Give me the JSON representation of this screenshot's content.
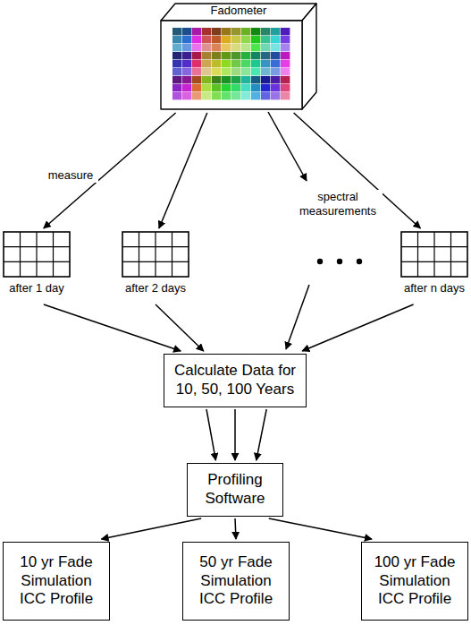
{
  "diagram": {
    "nodes": [
      {
        "text": [
          "Fadometer"
        ]
      },
      {
        "text": [
          "after 1 day"
        ]
      },
      {
        "text": [
          "after 2 days"
        ]
      },
      {
        "text": [
          "after n days"
        ]
      },
      {
        "text": [
          "Calculate Data for 10, 50, 100 Years"
        ]
      },
      {
        "text": [
          "Profiling Software"
        ]
      },
      {
        "text": [
          "10 yr Fade Simulation ICC Profile"
        ]
      },
      {
        "text": [
          "50 yr Fade Simulation ICC Profile"
        ]
      },
      {
        "text": [
          "100 yr Fade Simulation ICC Profile"
        ]
      }
    ],
    "edges": [
      {
        "from": 0,
        "to": 1,
        "arrow": "to"
      },
      {
        "from": 0,
        "to": 2,
        "arrow": "to"
      },
      {
        "from": 0,
        "to": 3,
        "arrow": "to"
      },
      {
        "from": 1,
        "to": 4,
        "arrow": "to"
      },
      {
        "from": 2,
        "to": 4,
        "arrow": "to"
      },
      {
        "from": 3,
        "to": 4,
        "arrow": "to"
      },
      {
        "from": 4,
        "to": 5,
        "arrow": "to"
      },
      {
        "from": 4,
        "to": 5,
        "arrow": "to"
      },
      {
        "from": 4,
        "to": 5,
        "arrow": "to"
      },
      {
        "from": 5,
        "to": 6,
        "arrow": "to"
      },
      {
        "from": 5,
        "to": 7,
        "arrow": "to"
      },
      {
        "from": 5,
        "to": 8,
        "arrow": "to"
      }
    ],
    "labels": [
      "measure",
      "spectral measurements"
    ]
  }
}
